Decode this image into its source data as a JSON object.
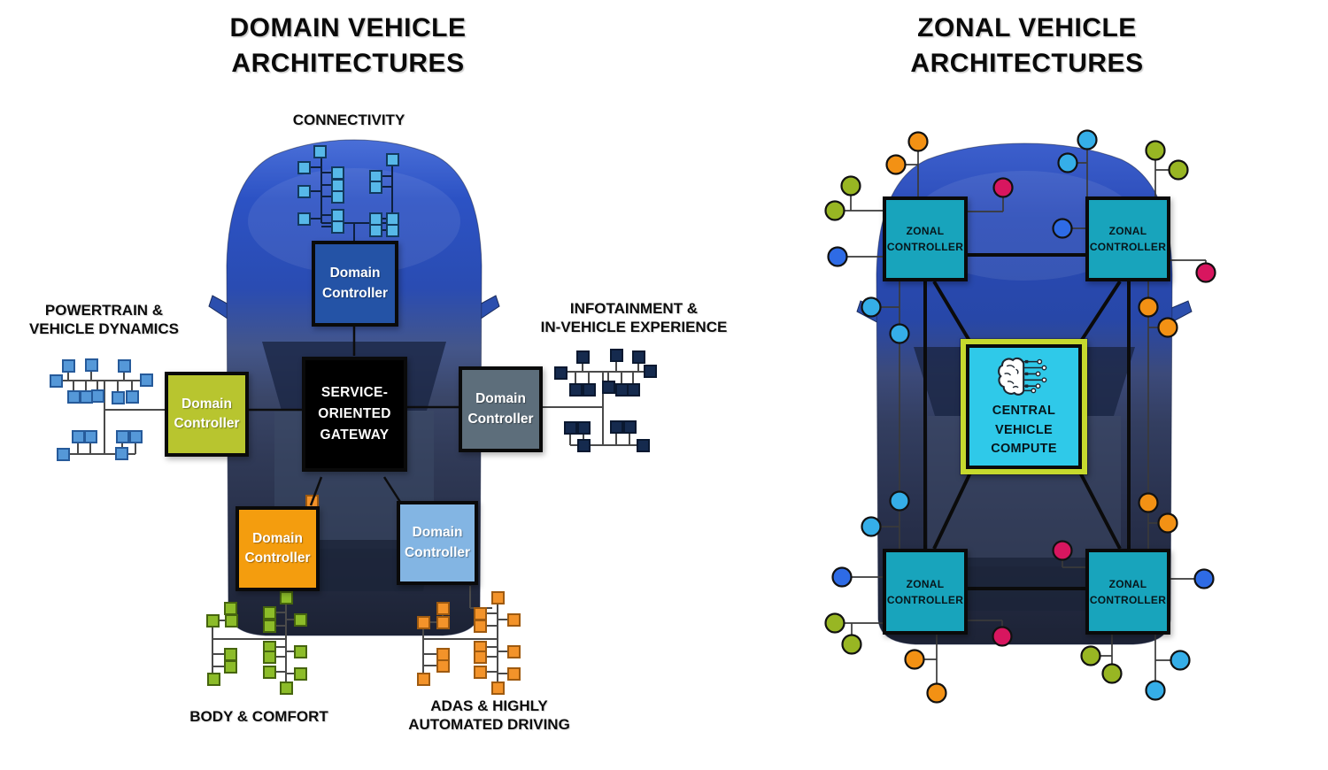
{
  "left": {
    "title": [
      "DOMAIN VEHICLE",
      "ARCHITECTURES"
    ],
    "labels": {
      "connectivity": "CONNECTIVITY",
      "powertrain": [
        "POWERTRAIN &",
        "VEHICLE DYNAMICS"
      ],
      "infotainment": [
        "INFOTAINMENT &",
        "IN-VEHICLE EXPERIENCE"
      ],
      "body": "BODY & COMFORT",
      "adas": [
        "ADAS & HIGHLY",
        "AUTOMATED DRIVING"
      ]
    },
    "domain_controller": [
      "Domain",
      "Controller"
    ],
    "gateway": [
      "SERVICE-",
      "ORIENTED",
      "GATEWAY"
    ]
  },
  "right": {
    "title": [
      "ZONAL VEHICLE",
      "ARCHITECTURES"
    ],
    "zonal_controller": [
      "ZONAL",
      "CONTROLLER"
    ],
    "central_compute": [
      "CENTRAL",
      "VEHICLE",
      "COMPUTE"
    ],
    "center_icon": "brain-circuit-icon"
  },
  "palette": {
    "dc_navy": "#2453a6",
    "dc_green": "#b8c52f",
    "dc_gray": "#5d6e7b",
    "dc_orange": "#f49d0e",
    "dc_lightblue": "#83b5e3",
    "gateway_black": "#000000",
    "zonal_teal": "#18a4bc",
    "cvc_cyan": "#2fc9e9",
    "cvc_lime": "#c6d92e",
    "dot_orange": "#f39114",
    "dot_green": "#98b623",
    "dot_blue": "#2e6be5",
    "dot_cyan": "#35aee8",
    "dot_crimson": "#d8165f",
    "net_conn_fill": "#57b8e8",
    "net_power_fill": "#5598d8",
    "net_info_fill": "#152a4e",
    "net_body_fill": "#8cbc29",
    "net_adas_fill": "#f3932a",
    "car_blue_left": "#2c52c4",
    "car_blue_right": "#2a4bb8"
  }
}
